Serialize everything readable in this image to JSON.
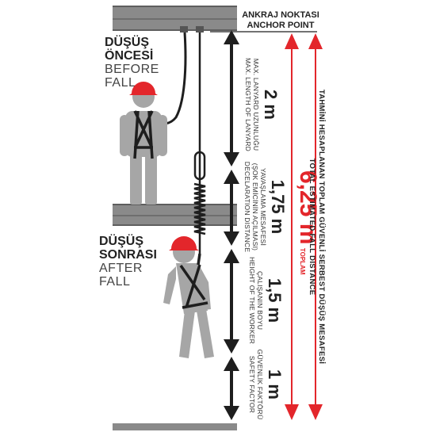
{
  "anchor": {
    "tr": "ANKRAJ NOKTASI",
    "en": "ANCHOR POINT"
  },
  "before": {
    "tr1": "DÜŞÜŞ",
    "tr2": "ÖNCESİ",
    "en1": "BEFORE",
    "en2": "FALL"
  },
  "after": {
    "tr1": "DÜŞÜŞ",
    "tr2": "SONRASI",
    "en1": "AFTER",
    "en2": "FALL"
  },
  "segments": [
    {
      "value": "2 m",
      "tr": "MAX. LANYARD UZUNLUĞU",
      "en": "MAX. LENGTH OF LANYARD"
    },
    {
      "value": "1,75 m",
      "tr": "YAVAŞLAMA MESAFESİ",
      "tr2": "(ŞOK EMİCİNİN AÇILMASI)",
      "en": "DECELARATION DISTANCE"
    },
    {
      "value": "1,5 m",
      "tr": "ÇALIŞANIN BOYU",
      "en": "HEIGHT OF THE WORKER"
    },
    {
      "value": "1 m",
      "tr": "GÜVENLİK FAKTÖRÜ",
      "en": "SAFETY FACTOR"
    }
  ],
  "total": {
    "value": "6,25 m",
    "tag": "TOPLAM",
    "tr": "TAHMİNİ HESAPLANAN TOPLAM GÜVENLİ SERBEST DÜŞÜŞ MESAFESİ",
    "en": "TOTAL ESTIMATED FALL DISTANCE"
  },
  "colors": {
    "accent": "#e3262b",
    "figure": "#a6a6a6",
    "beam": "#8a8a8a",
    "dark": "#1e1e1e"
  }
}
